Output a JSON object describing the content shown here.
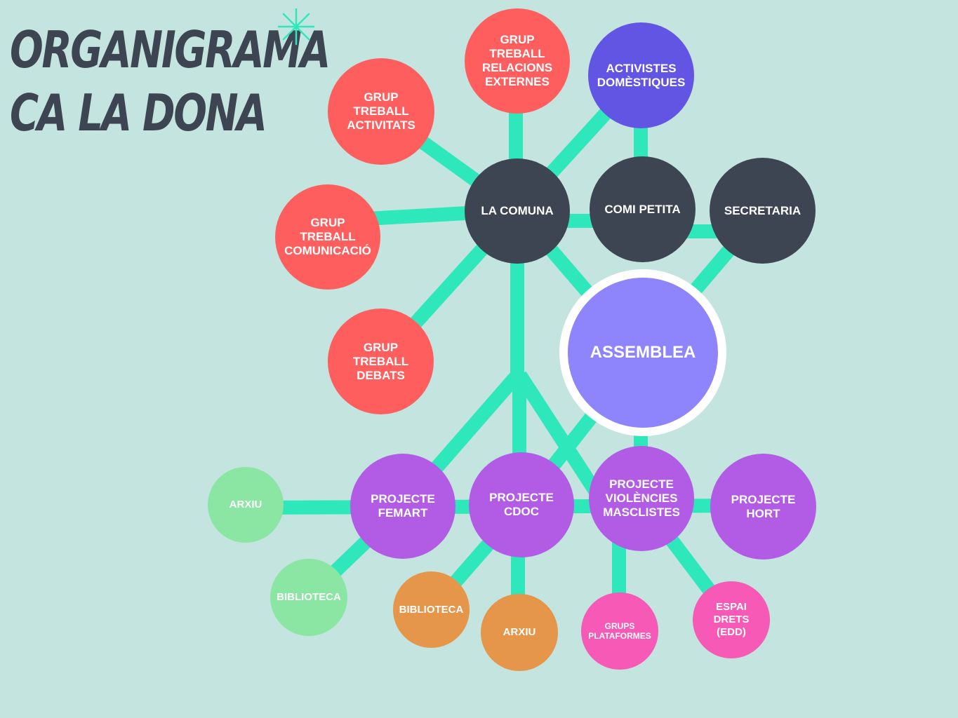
{
  "title": {
    "line1": "ORGANIGRAMA",
    "line2": "CA LA DONA"
  },
  "colors": {
    "background": "#c4e4df",
    "link": "#2ee8bc",
    "dark": "#3d4452",
    "red": "#fe5f5e",
    "indigo": "#6355e4",
    "assembly": "#8e84fc",
    "purple": "#b25ce6",
    "green": "#8ae6a2",
    "orange": "#e5964a",
    "pink": "#f659b6"
  },
  "nodes": {
    "assemblea": "ASSEMBLEA",
    "la_comuna": "LA COMUNA",
    "comi_petita": "COMI PETITA",
    "secretaria": "SECRETARIA",
    "activistes": "ACTIVISTES\nDOMÈSTIQUES",
    "gt_relacions": "GRUP TREBALL\nRELACIONS\nEXTERNES",
    "gt_activitats": "GRUP\nTREBALL\nACTIVITATS",
    "gt_comunicacio": "GRUP\nTREBALL\nCOMUNICACIÓ",
    "gt_debats": "GRUP\nTREBALL\nDEBATS",
    "p_femart": "PROJECTE\nFEMART",
    "p_cdoc": "PROJECTE\nCDOC",
    "p_violencies": "PROJECTE\nVIOLÈNCIES\nMASCLISTES",
    "p_hort": "PROJECTE\nHORT",
    "femart_arxiu": "ARXIU",
    "femart_biblioteca": "BIBLIOTECA",
    "cdoc_biblioteca": "BIBLIOTECA",
    "cdoc_arxiu": "ARXIU",
    "grups_plataformes": "GRUPS\nPLATAFORMES",
    "espai_drets": "ESPAI\nDRETS (EDD)"
  }
}
